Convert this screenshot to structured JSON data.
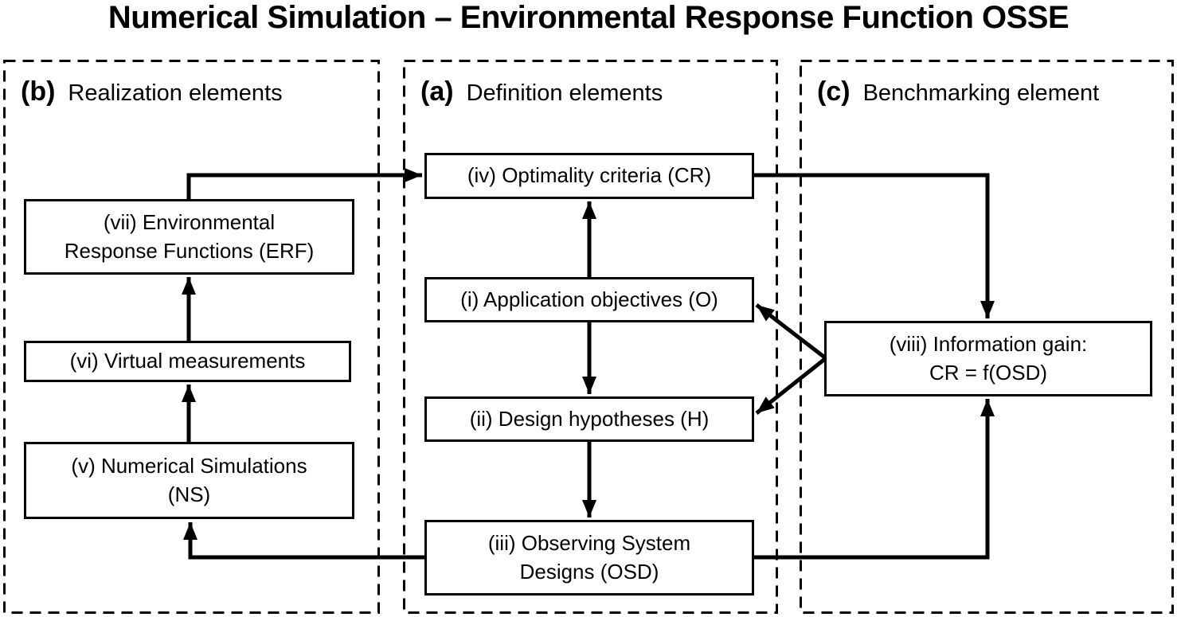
{
  "title": "Numerical Simulation – Environmental Response Function OSSE",
  "panels": {
    "b": {
      "tag": "(b)",
      "label": "Realization elements"
    },
    "a": {
      "tag": "(a)",
      "label": "Definition elements"
    },
    "c": {
      "tag": "(c)",
      "label": "Benchmarking element"
    }
  },
  "boxes": {
    "vii": {
      "line1": "(vii) Environmental",
      "line2": "Response Functions (ERF)"
    },
    "vi": {
      "line1": "(vi) Virtual measurements"
    },
    "v": {
      "line1": "(v) Numerical Simulations",
      "line2": "(NS)"
    },
    "iv": {
      "line1": "(iv) Optimality criteria (CR)"
    },
    "i": {
      "line1": "(i) Application objectives (O)"
    },
    "ii": {
      "line1": "(ii) Design hypotheses (H)"
    },
    "iii": {
      "line1": "(iii) Observing System",
      "line2": "Designs (OSD)"
    },
    "viii": {
      "line1": "(viii) Information gain:",
      "line2": "CR = f(OSD)"
    }
  },
  "colors": {
    "line": "#000000",
    "background": "#ffffff"
  }
}
